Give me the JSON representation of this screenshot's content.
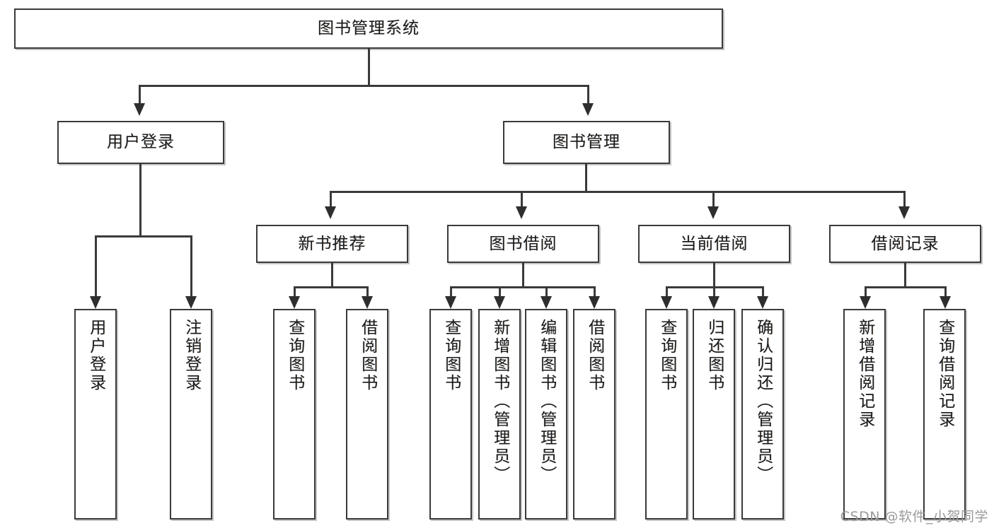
{
  "diagram": {
    "type": "tree",
    "title": "图书管理系统",
    "watermark": "CSDN @软件_小贺同学",
    "root": {
      "id": "root",
      "label": "图书管理系统"
    },
    "level2": [
      {
        "id": "user-login",
        "label": "用户登录"
      },
      {
        "id": "book-manage",
        "label": "图书管理"
      }
    ],
    "level3": [
      {
        "id": "new-book-recommend",
        "label": "新书推荐"
      },
      {
        "id": "book-borrow",
        "label": "图书借阅"
      },
      {
        "id": "current-borrow",
        "label": "当前借阅"
      },
      {
        "id": "borrow-record",
        "label": "借阅记录"
      }
    ],
    "leaves": {
      "user_login": [
        {
          "id": "leaf-user-login",
          "label": "用户登录"
        },
        {
          "id": "leaf-logout",
          "label": "注销登录"
        }
      ],
      "new_book_recommend": [
        {
          "id": "leaf-query-book-1",
          "label": "查询图书"
        },
        {
          "id": "leaf-borrow-book-1",
          "label": "借阅图书"
        }
      ],
      "book_borrow": [
        {
          "id": "leaf-query-book-2",
          "label": "查询图书"
        },
        {
          "id": "leaf-add-book",
          "label": "新增图书（管理员）"
        },
        {
          "id": "leaf-edit-book",
          "label": "编辑图书（管理员）"
        },
        {
          "id": "leaf-borrow-book-2",
          "label": "借阅图书"
        }
      ],
      "current_borrow": [
        {
          "id": "leaf-query-book-3",
          "label": "查询图书"
        },
        {
          "id": "leaf-return-book",
          "label": "归还图书"
        },
        {
          "id": "leaf-confirm-return",
          "label": "确认归还（管理员）"
        }
      ],
      "borrow_record": [
        {
          "id": "leaf-add-record",
          "label": "新增借阅记录"
        },
        {
          "id": "leaf-query-record",
          "label": "查询借阅记录"
        }
      ]
    },
    "colors": {
      "box_border": "#3a3a3a",
      "connector": "#3a3a3a",
      "arrow": "#2e2e2e",
      "background": "#ffffff",
      "watermark": "#9a9a9a"
    }
  }
}
